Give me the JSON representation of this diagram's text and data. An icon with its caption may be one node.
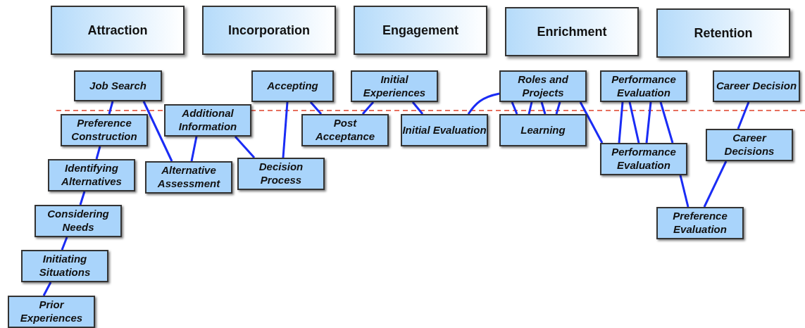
{
  "diagram": {
    "nodes": [
      {
        "text": [
          "Attraction"
        ]
      },
      {
        "text": [
          "Incorporation"
        ]
      },
      {
        "text": [
          "Engagement"
        ]
      },
      {
        "text": [
          "Enrichment"
        ]
      },
      {
        "text": [
          "Retention"
        ]
      },
      {
        "text": [
          "Job Search"
        ]
      },
      {
        "text": [
          "Preference Construction"
        ]
      },
      {
        "text": [
          "Identifying Alternatives"
        ]
      },
      {
        "text": [
          "Considering Needs"
        ]
      },
      {
        "text": [
          "Initiating Situations"
        ]
      },
      {
        "text": [
          "Prior Experiences"
        ]
      },
      {
        "text": [
          "Additional Information"
        ]
      },
      {
        "text": [
          "Alternative Assessment"
        ]
      },
      {
        "text": [
          "Decision Process"
        ]
      },
      {
        "text": [
          "Accepting"
        ]
      },
      {
        "text": [
          "Post Acceptance"
        ]
      },
      {
        "text": [
          "Initial Experiences"
        ]
      },
      {
        "text": [
          "Initial Evaluation"
        ]
      },
      {
        "text": [
          "Roles and Projects"
        ]
      },
      {
        "text": [
          "Learning"
        ]
      },
      {
        "text": [
          "Performance Evaluation"
        ]
      },
      {
        "text": [
          "Performance Evaluation"
        ]
      },
      {
        "text": [
          "Career Decision"
        ]
      },
      {
        "text": [
          "Career Decisions"
        ]
      },
      {
        "text": [
          "Preference Evaluation"
        ]
      }
    ],
    "edges": [
      {
        "from": 5,
        "to": 6,
        "arrow": "none"
      },
      {
        "from": 6,
        "to": 7,
        "arrow": "none"
      },
      {
        "from": 7,
        "to": 8,
        "arrow": "none"
      },
      {
        "from": 8,
        "to": 9,
        "arrow": "none"
      },
      {
        "from": 9,
        "to": 10,
        "arrow": "none"
      },
      {
        "from": 5,
        "to": 12,
        "arrow": "none"
      },
      {
        "from": 11,
        "to": 12,
        "arrow": "none"
      },
      {
        "from": 11,
        "to": 13,
        "arrow": "none"
      },
      {
        "from": 14,
        "to": 13,
        "arrow": "none"
      },
      {
        "from": 14,
        "to": 15,
        "arrow": "none"
      },
      {
        "from": 16,
        "to": 15,
        "arrow": "none"
      },
      {
        "from": 16,
        "to": 17,
        "arrow": "none"
      },
      {
        "from": 18,
        "to": 17,
        "arrow": "none"
      },
      {
        "from": 18,
        "to": 19,
        "arrow": "none"
      },
      {
        "from": 18,
        "to": 19,
        "arrow": "none"
      },
      {
        "from": 18,
        "to": 19,
        "arrow": "none"
      },
      {
        "from": 18,
        "to": 19,
        "arrow": "none"
      },
      {
        "from": 18,
        "to": 21,
        "arrow": "none"
      },
      {
        "from": 20,
        "to": 21,
        "arrow": "none"
      },
      {
        "from": 20,
        "to": 21,
        "arrow": "none"
      },
      {
        "from": 20,
        "to": 21,
        "arrow": "none"
      },
      {
        "from": 20,
        "to": 21,
        "arrow": "none"
      },
      {
        "from": 21,
        "to": 24,
        "arrow": "none"
      },
      {
        "from": 23,
        "to": 24,
        "arrow": "none"
      },
      {
        "from": 22,
        "to": 23,
        "arrow": "none"
      }
    ]
  }
}
